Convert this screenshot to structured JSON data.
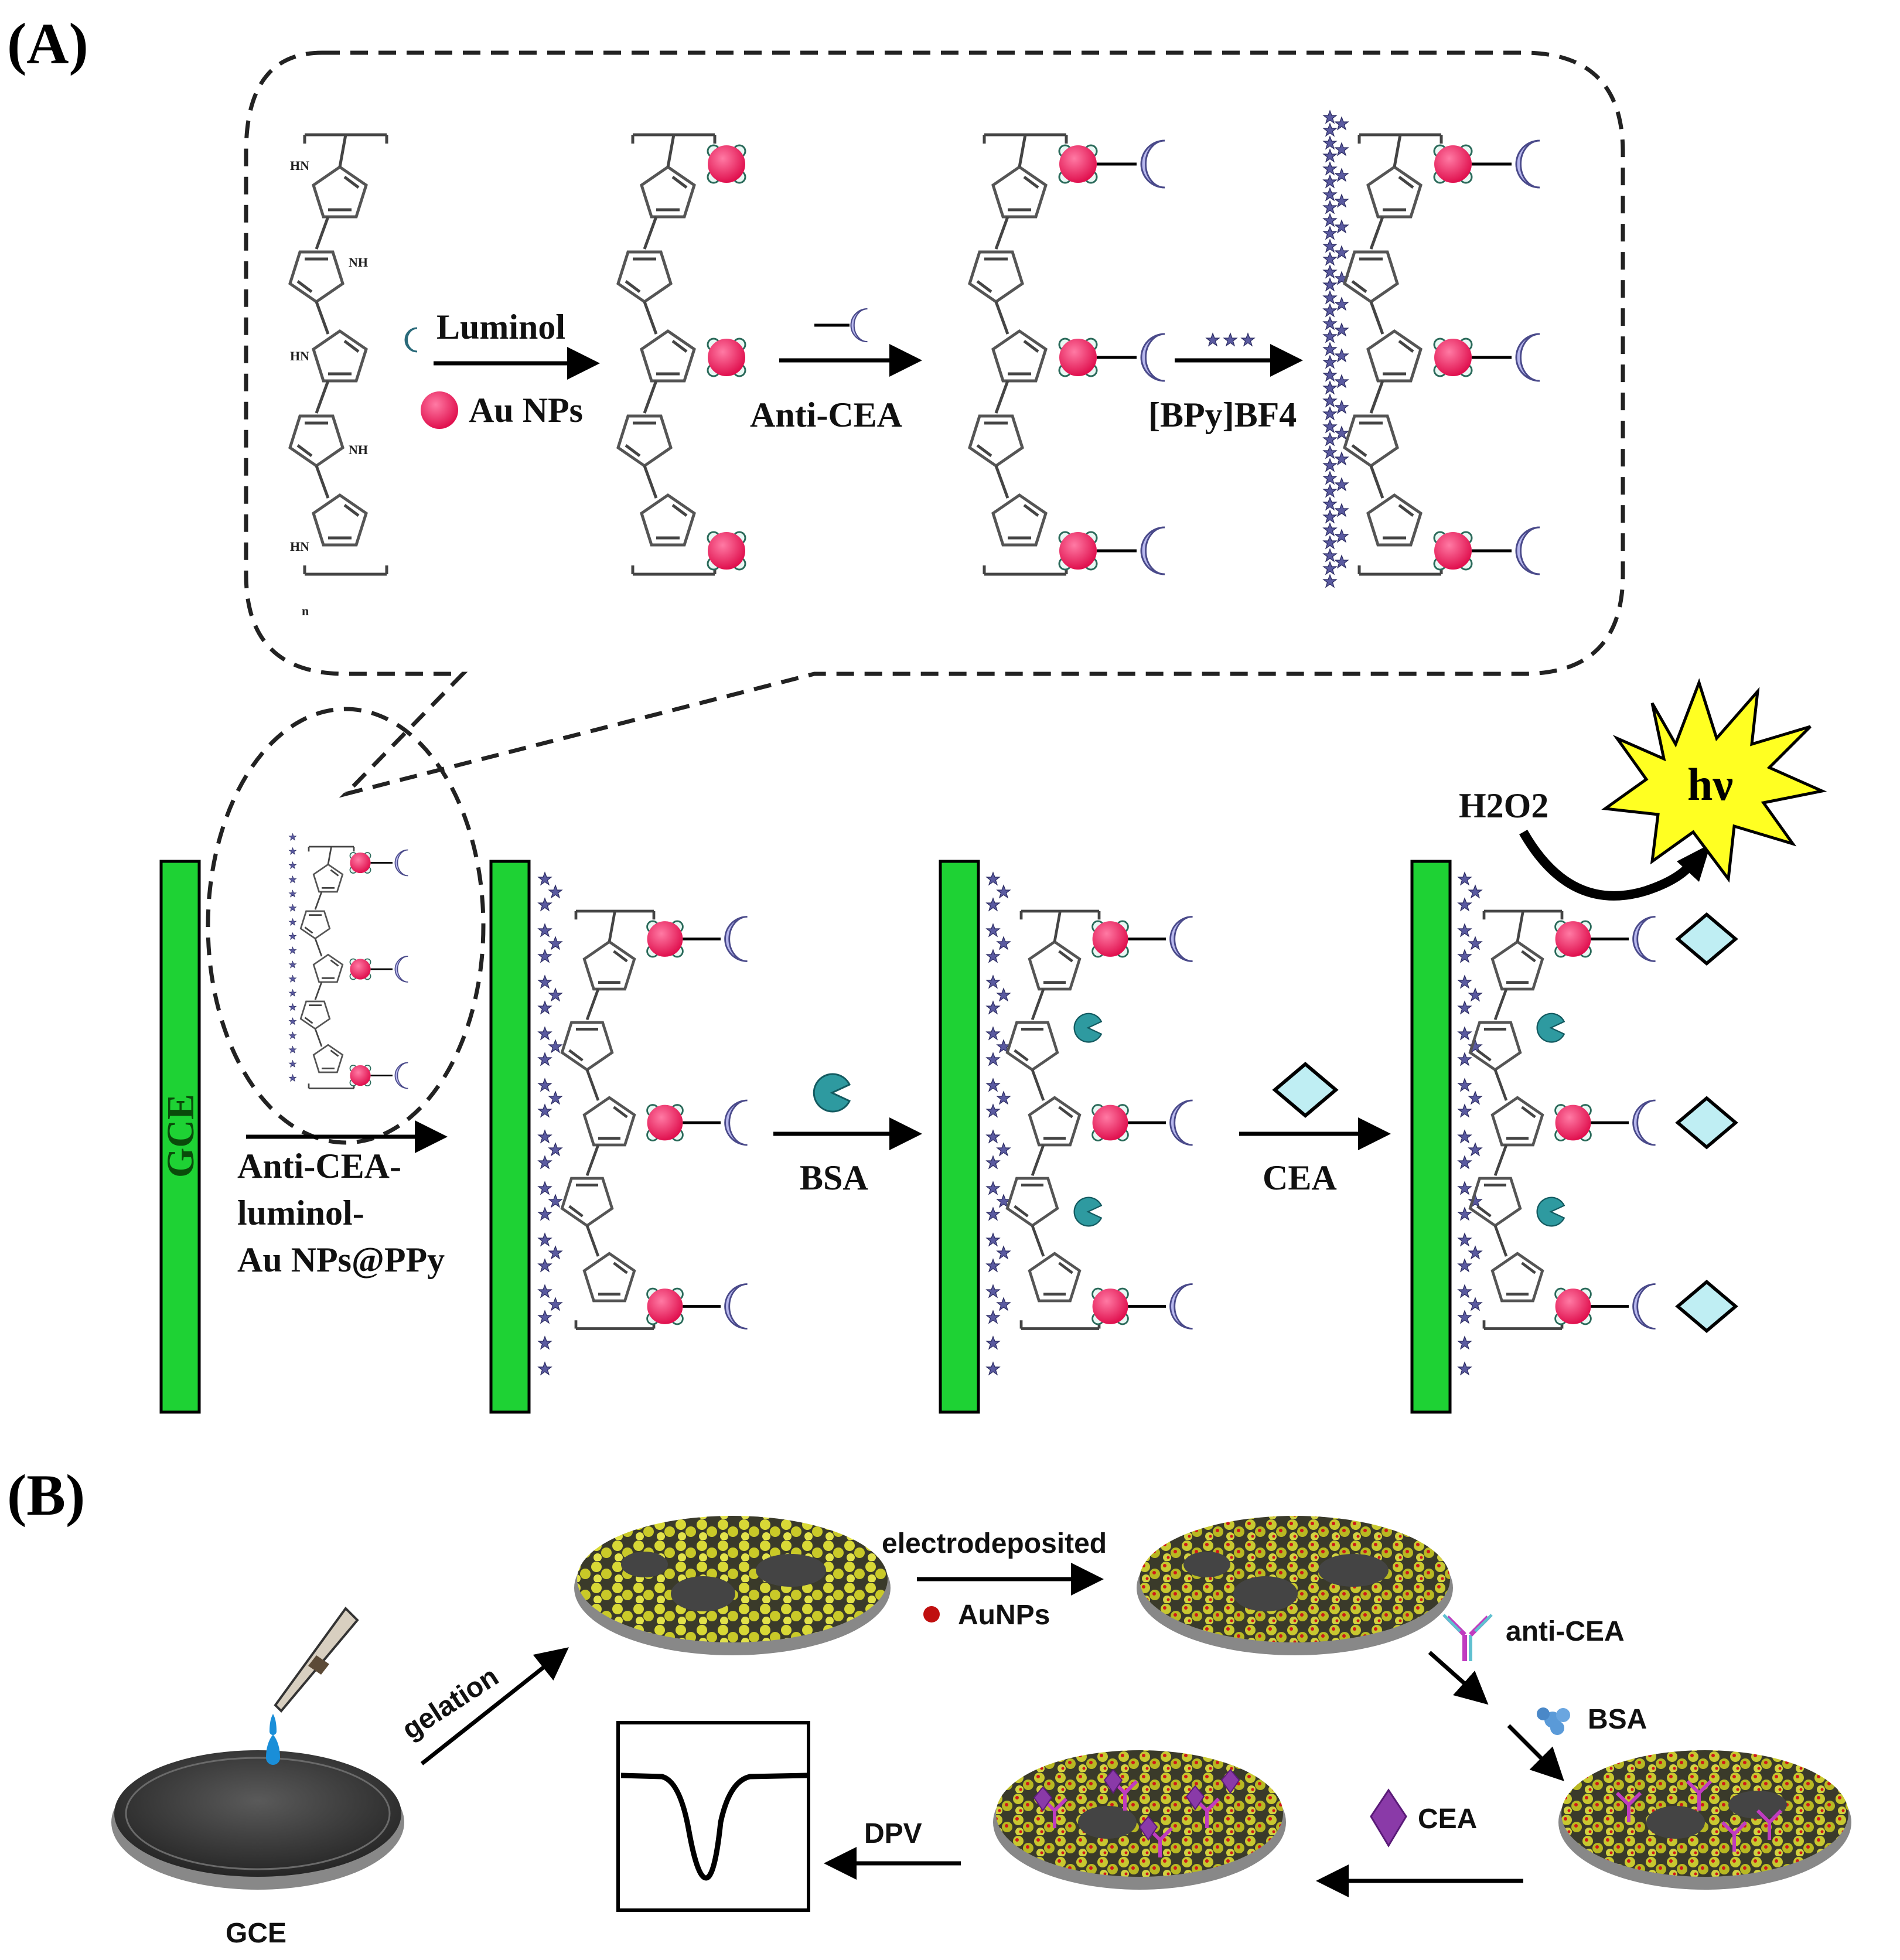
{
  "panel_a": {
    "label": "(A)",
    "top_steps": [
      {
        "reagent_1": "Luminol",
        "reagent_2": "Au NPs"
      },
      {
        "reagent_1": "Anti-CEA"
      },
      {
        "reagent_1": "[BPy]BF4"
      }
    ],
    "electrode_label": "GCE",
    "bottom_steps": {
      "step1": [
        "Anti-CEA-",
        "luminol-",
        "Au NPs@PPy"
      ],
      "step2": "BSA",
      "step3": "CEA"
    },
    "h2o2_label": "H2O2",
    "light_label": "hν",
    "nh_label": "NH",
    "hn_label": "HN",
    "n_label": "n"
  },
  "panel_b": {
    "label": "(B)",
    "gce_label": "GCE",
    "gelation_label": "gelation",
    "electrodeposited_label": "electrodeposited",
    "aunps_label": "AuNPs",
    "anti_cea_label": "anti-CEA",
    "bsa_label": "BSA",
    "cea_label": "CEA",
    "dpv_label": "DPV"
  },
  "colors": {
    "electrode": "#1ed234",
    "gold_np": "#f0145a",
    "antibody": "#b8b8ee",
    "bsa": "#2e9aa0",
    "cea": "#bfeef3",
    "star": "#5a5aa0",
    "burst": "#ffff22",
    "disk_surface": "#3c3c3c",
    "gel": "#d6d63a"
  }
}
